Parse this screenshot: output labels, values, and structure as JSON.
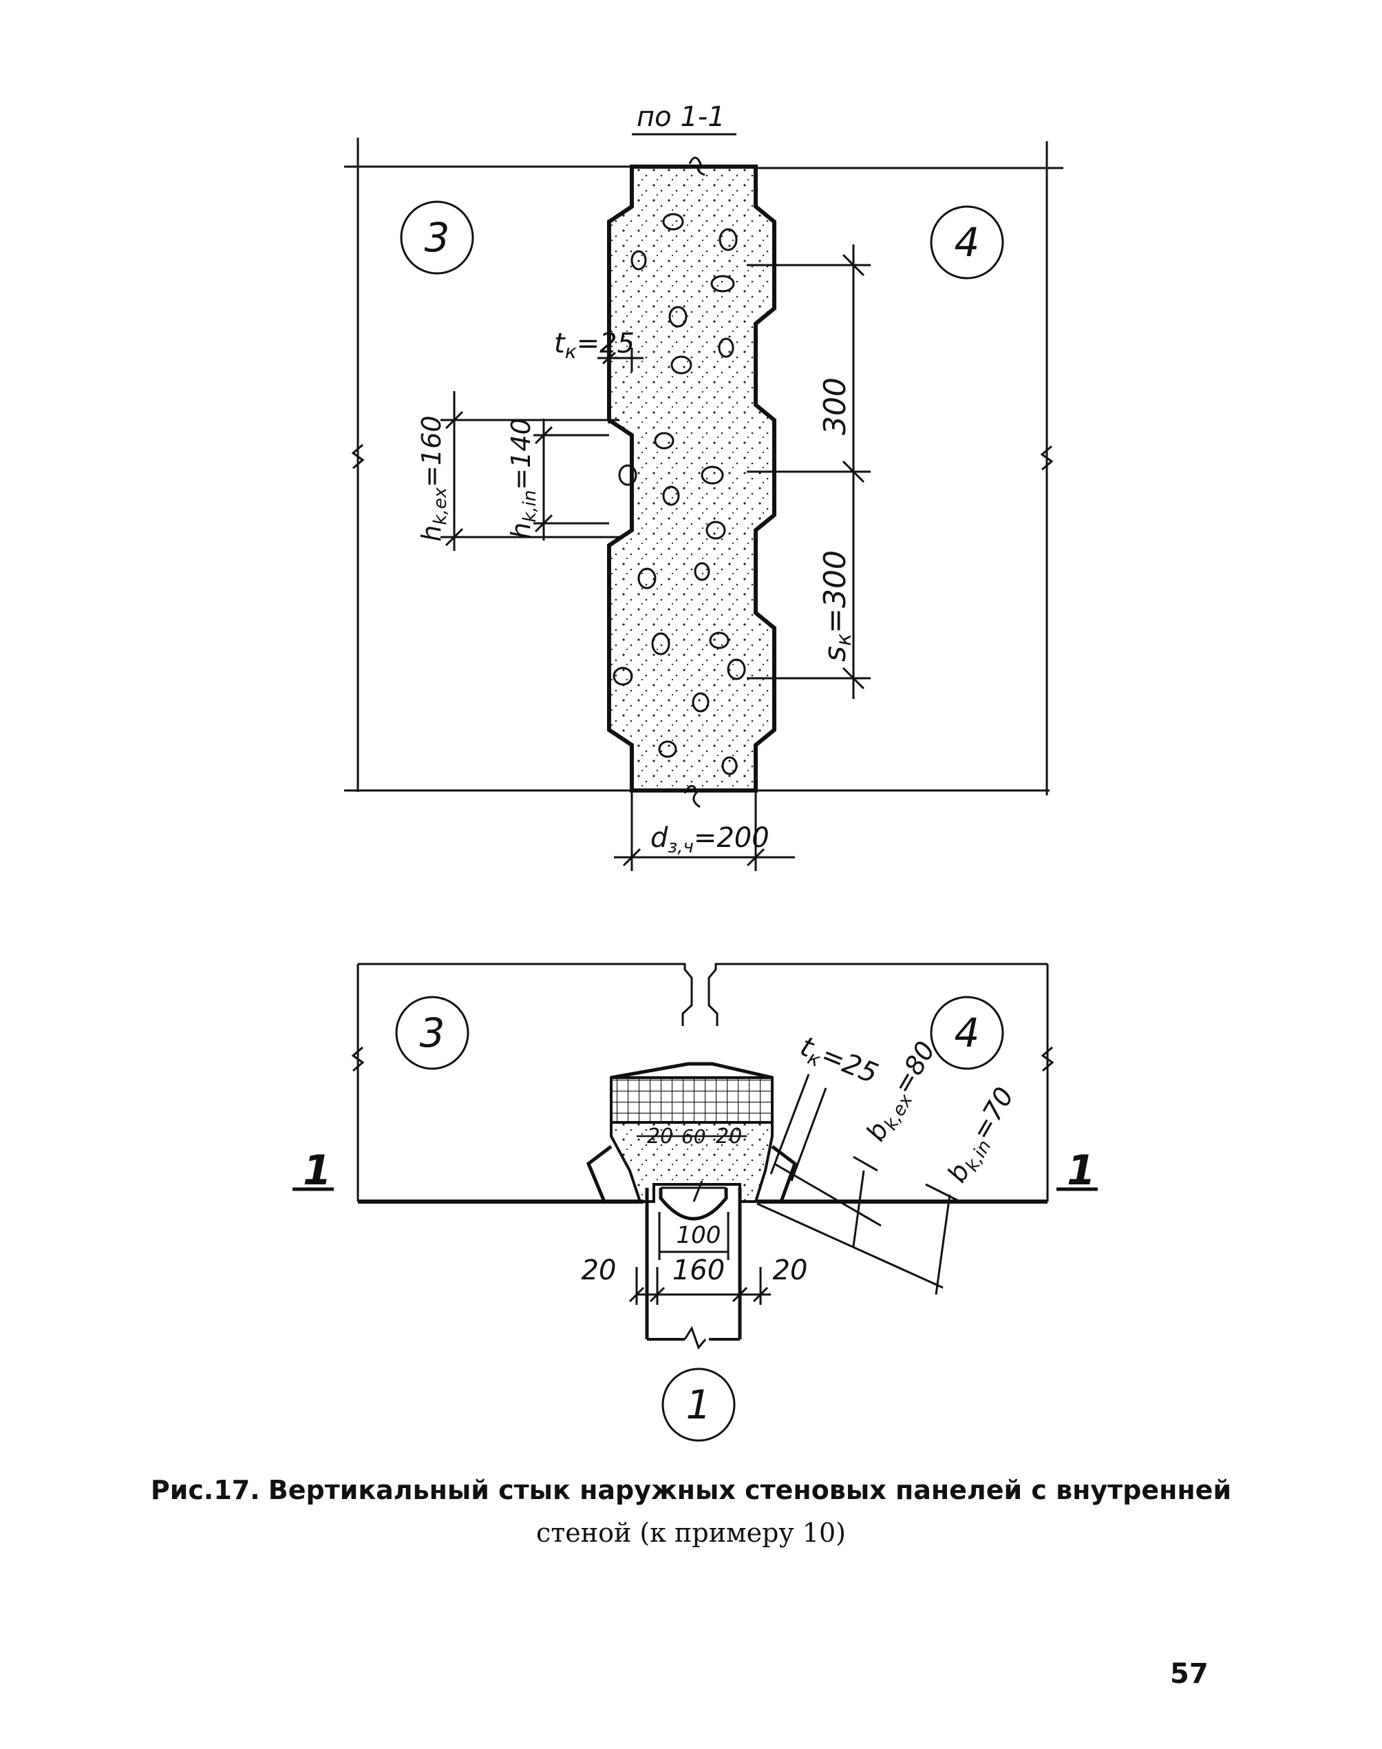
{
  "section_title": "по 1-1",
  "top": {
    "panel_left": "3",
    "panel_right": "4",
    "dim_tk": "t",
    "dim_tk_sub": "к",
    "dim_tk_val": "=25",
    "dim_300_a": "300",
    "dim_sk": "s",
    "dim_sk_sub": "к",
    "dim_sk_val": "=300",
    "dim_hkex": "h",
    "dim_hkex_sub": "k,ex",
    "dim_hkex_val": "=160",
    "dim_hkin": "h",
    "dim_hkin_sub": "k,in",
    "dim_hkin_val": "=140",
    "dim_djt": "d",
    "dim_djt_sub": "з,ч",
    "dim_djt_val": "=200"
  },
  "bottom": {
    "panel_left": "3",
    "panel_right": "4",
    "panel_wall": "1",
    "section_mark_left": "1",
    "section_mark_right": "1",
    "dim_tk": "t",
    "dim_tk_sub": "к",
    "dim_tk_val": "=25",
    "dim_bkex": "b",
    "dim_bkex_sub": "k,ex",
    "dim_bkex_val": "=80",
    "dim_bkin": "b",
    "dim_bkin_sub": "k,in",
    "dim_bkin_val": "=70",
    "dim_20a": "20",
    "dim_60": "60",
    "dim_20b": "20",
    "dim_100": "100",
    "dim_160": "160",
    "dim_20_left": "20",
    "dim_20_right": "20"
  },
  "caption": {
    "lead": "Рис",
    "number": ".17.",
    "text_bold": "Вертикальный стык наружных стеновых панелей с внутренней",
    "line2": "стеной (к примеру 10)"
  },
  "page_number": "57"
}
